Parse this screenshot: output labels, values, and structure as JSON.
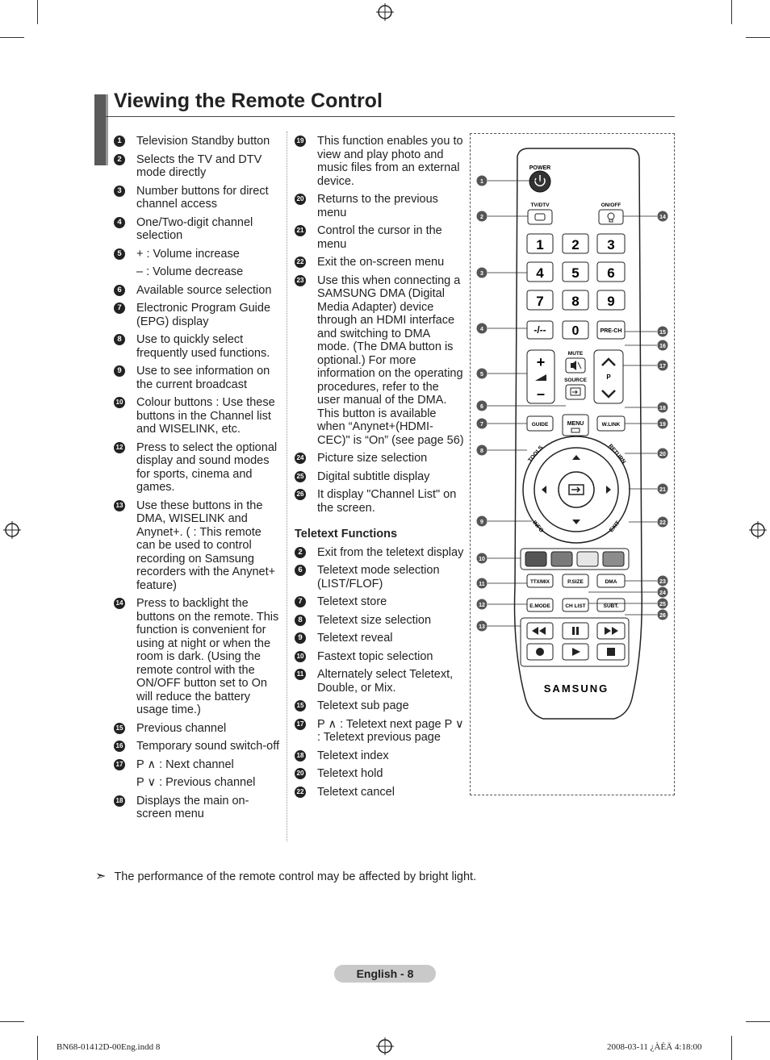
{
  "page": {
    "title": "Viewing the Remote Control",
    "note": "The performance of the remote control may be affected by bright light.",
    "note_marker": "➣",
    "footer_page": "English - 8",
    "print_left": "BN68-01412D-00Eng.indd   8",
    "print_right": "2008-03-11   ¿ÀÈÄ 4:18:00"
  },
  "col1": [
    {
      "n": "1",
      "text": "Television Standby button"
    },
    {
      "n": "2",
      "text": "Selects the TV and DTV mode directly"
    },
    {
      "n": "3",
      "text": "Number buttons for direct channel access"
    },
    {
      "n": "4",
      "text": "One/Two-digit channel selection"
    },
    {
      "n": "5",
      "text": "+ : Volume increase"
    },
    {
      "n": "",
      "text": "– : Volume decrease"
    },
    {
      "n": "6",
      "text": "Available source selection"
    },
    {
      "n": "7",
      "text": "Electronic Program Guide (EPG) display"
    },
    {
      "n": "8",
      "text": "Use to quickly select frequently used functions."
    },
    {
      "n": "9",
      "text": "Use to see information on the current broadcast"
    },
    {
      "n": "10",
      "text": "Colour buttons : Use these buttons in the Channel list and WISELINK, etc."
    },
    {
      "n": "12",
      "text": "Press to select the optional display and sound modes for sports, cinema and games."
    },
    {
      "n": "13",
      "text": "Use these buttons in the DMA, WISELINK and Anynet+. (   : This remote can be used to control recording on Samsung recorders with the Anynet+ feature)"
    },
    {
      "n": "14",
      "text": "Press to backlight the buttons on the remote. This function is convenient for using at night or when the room is dark. (Using the remote control with the    ON/OFF button set to On will reduce the battery usage time.)"
    },
    {
      "n": "15",
      "text": "Previous channel"
    },
    {
      "n": "16",
      "text": "Temporary sound switch-off"
    },
    {
      "n": "17",
      "text": "P ∧ : Next channel"
    },
    {
      "n": "",
      "text": "P ∨ : Previous channel"
    },
    {
      "n": "18",
      "text": "Displays the main on-screen menu"
    }
  ],
  "col2": [
    {
      "n": "19",
      "text": "This function enables you to view and play photo and music files from an external device."
    },
    {
      "n": "20",
      "text": "Returns to the previous menu"
    },
    {
      "n": "21",
      "text": "Control the cursor in the menu"
    },
    {
      "n": "22",
      "text": "Exit the on-screen menu"
    },
    {
      "n": "23",
      "text": "Use this when connecting a SAMSUNG DMA (Digital Media Adapter) device through an HDMI interface and switching to DMA mode. (The DMA button is optional.) For more information on the operating procedures, refer to the user manual of the DMA. This button is available when “Anynet+(HDMI-CEC)\" is “On” (see page 56)"
    },
    {
      "n": "24",
      "text": "Picture size selection"
    },
    {
      "n": "25",
      "text": "Digital subtitle display"
    },
    {
      "n": "26",
      "text": "It display \"Channel List\" on the screen."
    }
  ],
  "teletext": {
    "title": "Teletext Functions",
    "items": [
      {
        "n": "2",
        "text": "Exit from the teletext display"
      },
      {
        "n": "6",
        "text": "Teletext mode selection (LIST/FLOF)"
      },
      {
        "n": "7",
        "text": "Teletext store"
      },
      {
        "n": "8",
        "text": "Teletext size selection"
      },
      {
        "n": "9",
        "text": "Teletext reveal"
      },
      {
        "n": "10",
        "text": "Fastext topic selection"
      },
      {
        "n": "11",
        "text": "Alternately select Teletext, Double, or Mix."
      },
      {
        "n": "15",
        "text": "Teletext sub page"
      },
      {
        "n": "17",
        "text": "P ∧ : Teletext next page  P ∨ : Teletext previous page"
      },
      {
        "n": "18",
        "text": "Teletext index"
      },
      {
        "n": "20",
        "text": "Teletext hold"
      },
      {
        "n": "22",
        "text": "Teletext cancel"
      }
    ]
  },
  "remote": {
    "power": "POWER",
    "tvdtv": "TV/DTV",
    "onoff": "ON/OFF",
    "digits": [
      "1",
      "2",
      "3",
      "4",
      "5",
      "6",
      "7",
      "8",
      "9"
    ],
    "dash": "-/--",
    "zero": "0",
    "prech": "PRE-CH",
    "mute": "MUTE",
    "source": "SOURCE",
    "p": "P",
    "guide": "GUIDE",
    "menu": "MENU",
    "wlink": "W.LINK",
    "tools": "TOOLS",
    "return": "RETURN",
    "info": "INFO",
    "exit": "EXIT",
    "ttxmix": "TTX/MIX",
    "psize": "P.SIZE",
    "dma": "DMA",
    "emode": "E.MODE",
    "chlist": "CH LIST",
    "subt": "SUBT.",
    "brand": "SAMSUNG",
    "colors": [
      "#555555",
      "#7a7a7a",
      "#e6e6e6",
      "#8c8c8c"
    ],
    "callouts_left": [
      "1",
      "2",
      "3",
      "4",
      "5",
      "6",
      "7",
      "8",
      "9",
      "10",
      "11",
      "12",
      "13"
    ],
    "callouts_right": [
      "14",
      "15",
      "16",
      "17",
      "18",
      "19",
      "20",
      "21",
      "22",
      "23",
      "24",
      "25",
      "26"
    ]
  }
}
